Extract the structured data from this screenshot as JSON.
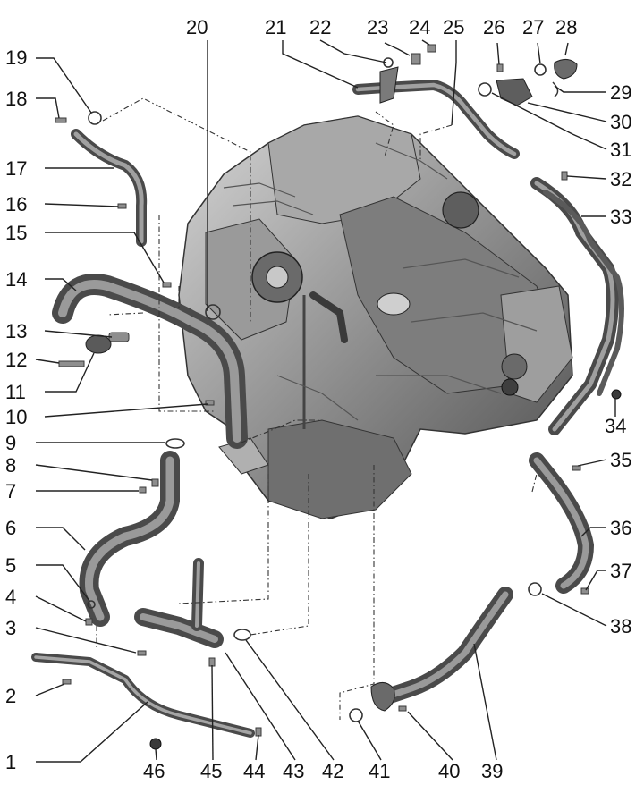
{
  "labels": {
    "l1": "1",
    "l2": "2",
    "l3": "3",
    "l4": "4",
    "l5": "5",
    "l6": "6",
    "l7": "7",
    "l8": "8",
    "l9": "9",
    "l10": "10",
    "l11": "11",
    "l12": "12",
    "l13": "13",
    "l14": "14",
    "l15": "15",
    "l16": "16",
    "l17": "17",
    "l18": "18",
    "l19": "19",
    "l20": "20",
    "l21": "21",
    "l22": "22",
    "l23": "23",
    "l24": "24",
    "l25": "25",
    "l26": "26",
    "l27": "27",
    "l28": "28",
    "l29": "29",
    "l30": "30",
    "l31": "31",
    "l32": "32",
    "l33": "33",
    "l34": "34",
    "l35": "35",
    "l36": "36",
    "l37": "37",
    "l38": "38",
    "l39": "39",
    "l40": "40",
    "l41": "41",
    "l42": "42",
    "l43": "43",
    "l44": "44",
    "l45": "45",
    "l46": "46"
  },
  "colors": {
    "hose_dark": "#4a4a4a",
    "hose_light": "#9a9a9a",
    "engine_mid": "#8c8c8c",
    "engine_dark": "#5a5a5a",
    "engine_light": "#c4c4c4"
  }
}
